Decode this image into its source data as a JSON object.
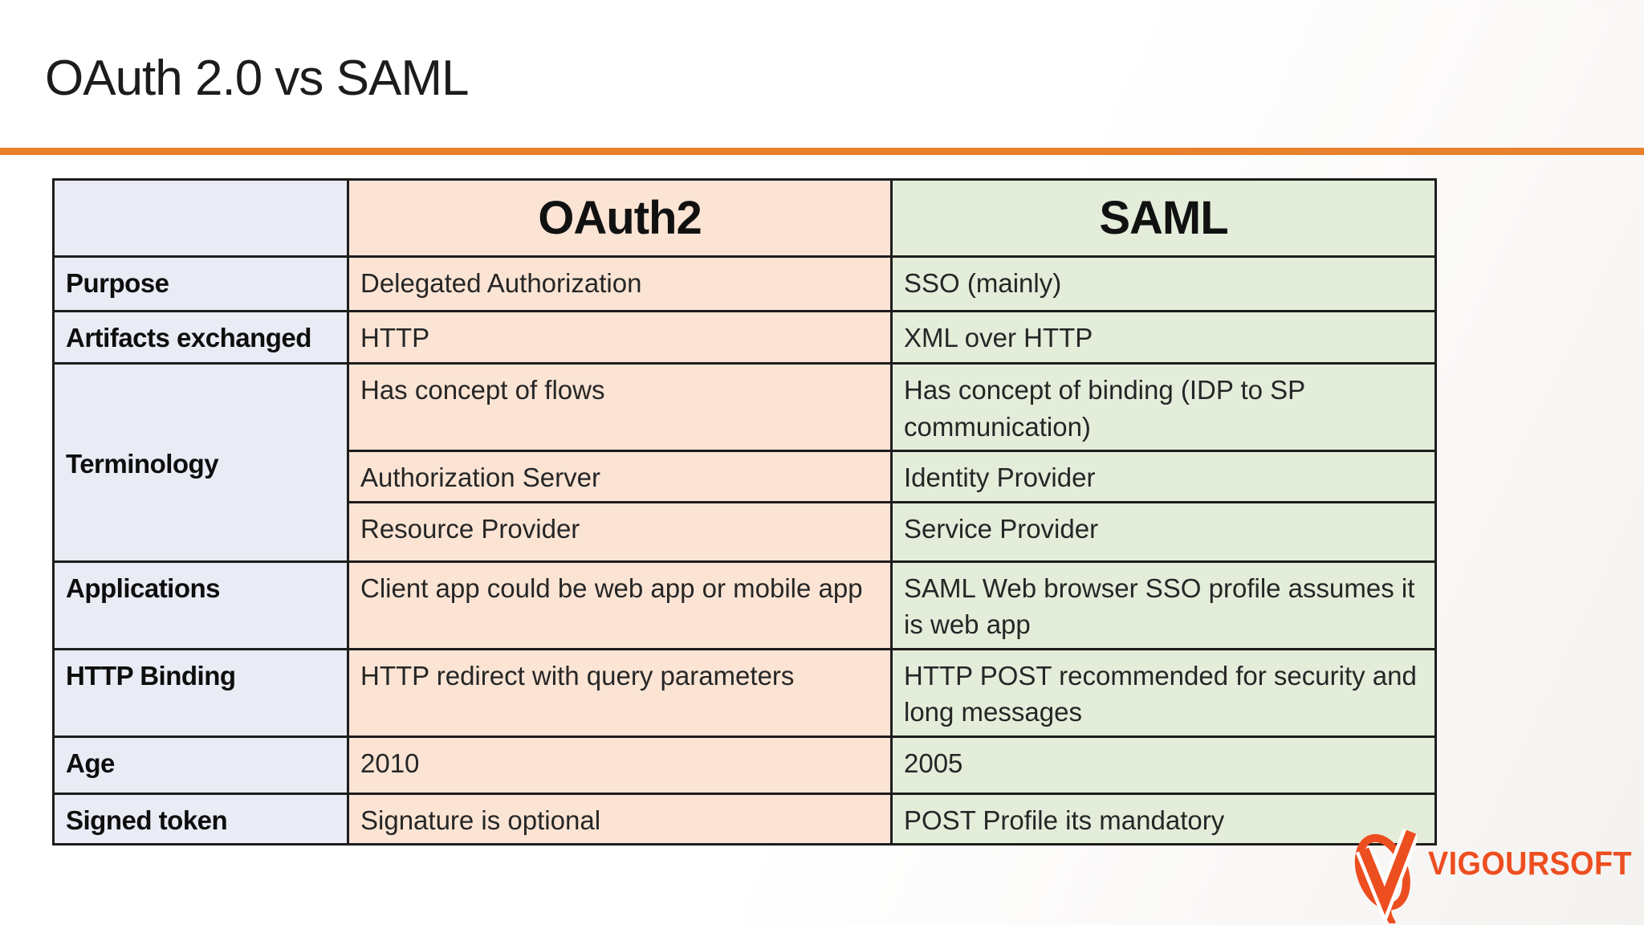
{
  "slide": {
    "title": "OAuth 2.0 vs SAML",
    "accent_line_color": "#E8802C",
    "background_color": "#FFFFFF"
  },
  "comparison_table": {
    "column_colors": {
      "label_column": "#E9EBF5",
      "oauth2_column": "#FBE4D4",
      "saml_column": "#E3EDDA"
    },
    "headers": {
      "blank": "",
      "oauth2": "OAuth2",
      "saml": "SAML"
    },
    "rows": [
      {
        "label": "Purpose",
        "oauth2": "Delegated Authorization",
        "saml": "SSO (mainly)"
      },
      {
        "label": "Artifacts exchanged",
        "oauth2": "HTTP",
        "saml": "XML over HTTP"
      },
      {
        "label": "Terminology",
        "label_rowspan": 3,
        "oauth2": "Has concept of flows",
        "saml": "Has concept of binding (IDP to SP communication)"
      },
      {
        "oauth2": "Authorization Server",
        "saml": "Identity Provider"
      },
      {
        "oauth2": "Resource Provider",
        "saml": "Service Provider"
      },
      {
        "label": "Applications",
        "oauth2": "Client app could be web app or mobile app",
        "saml": "SAML Web browser SSO profile assumes it is web app"
      },
      {
        "label": "HTTP Binding",
        "oauth2": "HTTP redirect with query parameters",
        "saml": "HTTP POST recommended for security and long messages"
      },
      {
        "label": "Age",
        "oauth2": "2010",
        "saml": "2005"
      },
      {
        "label": "Signed token",
        "oauth2": "Signature is optional",
        "saml": "POST Profile its mandatory"
      }
    ]
  },
  "logo": {
    "brand": "VIGOURSOFT",
    "brand_color": "#ED4E20",
    "icon": "v-swoosh-icon"
  }
}
